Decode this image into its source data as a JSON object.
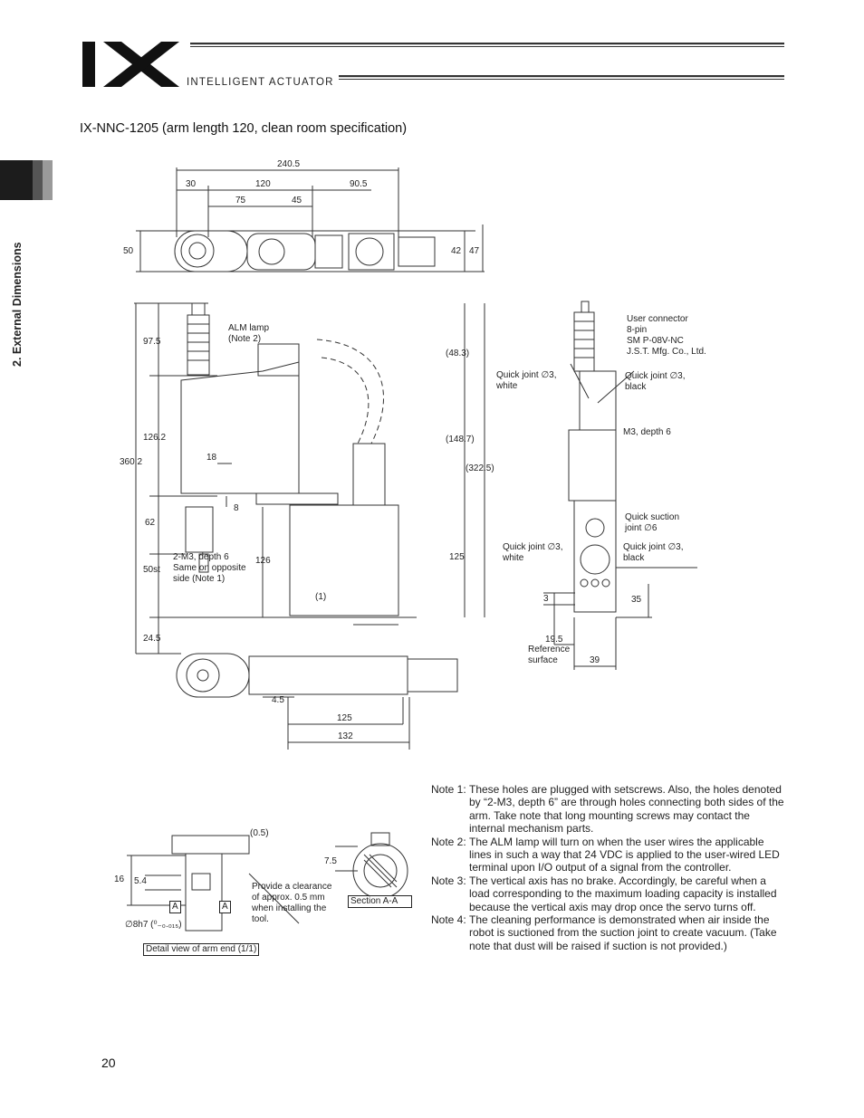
{
  "header": {
    "logo_text": "IX",
    "brand_text": "INTELLIGENT ACTUATOR"
  },
  "sidebar": {
    "section_label": "2. External Dimensions"
  },
  "page": {
    "title": "IX-NNC-1205 (arm length 120, clean room specification)",
    "number": "20"
  },
  "top_view_dims": {
    "overall": "240.5",
    "d30": "30",
    "d120": "120",
    "d90": "90.5",
    "d75": "75",
    "d45": "45",
    "h50": "50",
    "h42": "42",
    "h47": "47"
  },
  "side_view_dims": {
    "total": "360.2",
    "d97": "97.5",
    "d126a": "126.2",
    "d62": "62",
    "d50st": "50st",
    "d24": "24.5",
    "d18": "18",
    "d8": "8",
    "d126b": "126",
    "d1": "(1)",
    "d48": "(48.3)",
    "d148": "(148.7)",
    "d322": "(322.5)",
    "d125v": "125"
  },
  "bottom_view_dims": {
    "d4": "4.5",
    "d125": "125",
    "d132": "132"
  },
  "right_view_dims": {
    "d3": "3",
    "d35": "35",
    "d19": "19.5",
    "d39": "39"
  },
  "detail_dims": {
    "d05": "(0.5)",
    "d16": "16",
    "d54": "5.4",
    "d75": "7.5",
    "tol": "∅8h7 (⁰₋₀.₀₁₅)",
    "a1": "A",
    "a2": "A"
  },
  "labels": {
    "alm_lamp": "ALM lamp\n(Note 2)",
    "m3_depth": "2-M3, depth 6\nSame on opposite\nside (Note 1)",
    "user_connector": "User connector\n8-pin\nSM P-08V-NC\nJ.S.T. Mfg. Co., Ltd.",
    "quick_joint_white_top": "Quick joint ∅3,\nwhite",
    "quick_joint_black_top": "Quick joint ∅3,\nblack",
    "m3_depth6": "M3, depth 6",
    "quick_suction": "Quick suction\njoint ∅6",
    "quick_joint_white_bottom": "Quick joint ∅3,\nwhite",
    "quick_joint_black_bottom": "Quick joint ∅3,\nblack",
    "reference_surface": "Reference\nsurface",
    "clearance": "Provide a clearance\nof approx. 0.5 mm\nwhen installing the\ntool.",
    "section_aa": "Section A-A",
    "detail_view": "Detail view of arm end (1/1)"
  },
  "notes": [
    {
      "key": "Note 1:",
      "text": "These holes are plugged with setscrews. Also, the holes denoted by “2-M3, depth 6” are through holes connecting both sides of the arm. Take note that long mounting screws may contact the internal mechanism parts."
    },
    {
      "key": "Note 2:",
      "text": "The ALM lamp will turn on when the user wires the applicable lines in such a way that 24 VDC is applied to the user-wired LED terminal upon I/O output of a signal from the controller."
    },
    {
      "key": "Note 3:",
      "text": "The vertical axis has no brake. Accordingly, be careful when a load corresponding to the maximum loading capacity is installed because the vertical axis may drop once the servo turns off."
    },
    {
      "key": "Note 4:",
      "text": "The cleaning performance is demonstrated when air inside the robot is suctioned from the suction joint to create vacuum. (Take note that dust will be raised if suction is not provided.)"
    }
  ],
  "colors": {
    "ink": "#222222",
    "tab_dark": "#1c1c1c",
    "tab_mid": "#555555",
    "tab_light": "#9a9a9a"
  }
}
